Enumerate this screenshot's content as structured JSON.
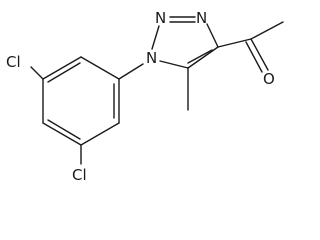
{
  "molecule": {
    "atoms": {
      "n1": "N",
      "n2": "N",
      "n3": "N",
      "o": "O",
      "cl_top": "Cl",
      "cl_bottom": "Cl"
    }
  }
}
